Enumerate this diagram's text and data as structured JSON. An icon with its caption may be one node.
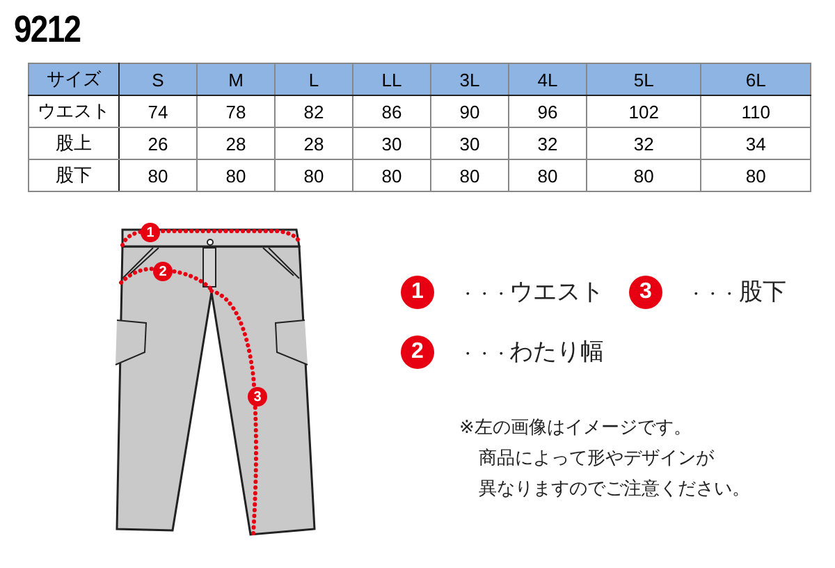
{
  "diagram": {
    "title": "9212",
    "labels": [
      "サイズ",
      "S",
      "M",
      "L",
      "LL",
      "3L",
      "4L",
      "5L",
      "6L",
      "ウエスト",
      "74",
      "78",
      "82",
      "86",
      "90",
      "96",
      "102",
      "110",
      "股上",
      "26",
      "28",
      "28",
      "30",
      "30",
      "32",
      "32",
      "34",
      "股下",
      "80",
      "80",
      "80",
      "80",
      "80",
      "80",
      "80",
      "80",
      "1",
      "2",
      "3",
      "1",
      "・・・",
      "ウエスト",
      "3",
      "・・・",
      "股下",
      "2",
      "・・・",
      "わたり幅",
      "※左の画像はイメージです。",
      "商品によって形やデザインが",
      "異なりますのでご注意ください。"
    ]
  }
}
